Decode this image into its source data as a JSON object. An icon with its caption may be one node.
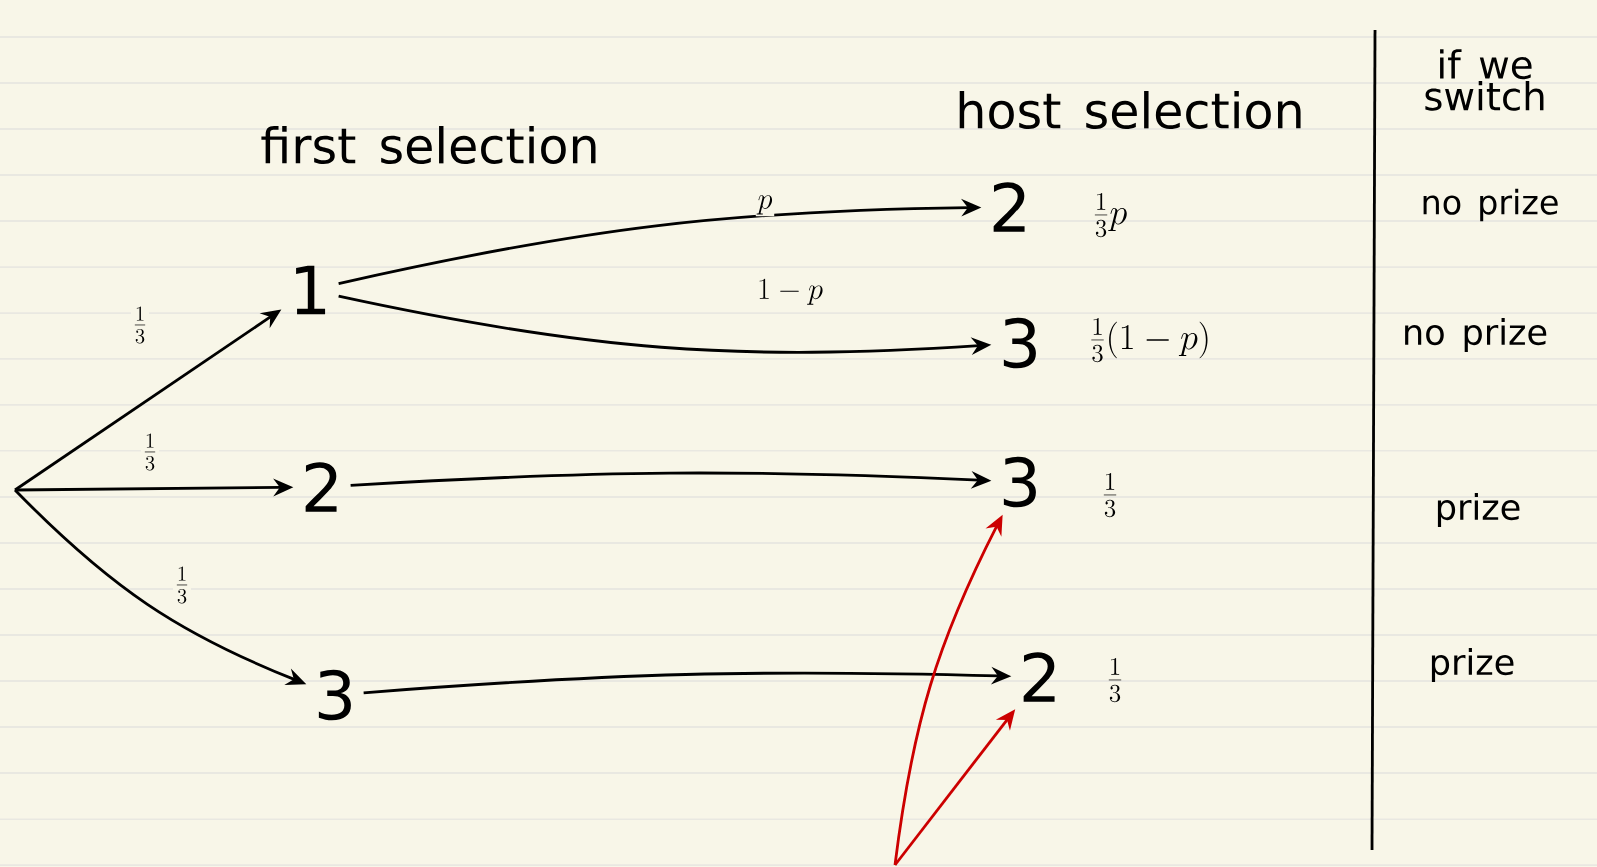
{
  "diagram": {
    "nodes": [
      {
        "text": [
          "1"
        ]
      },
      {
        "text": [
          "2"
        ]
      },
      {
        "text": [
          "3"
        ]
      },
      {
        "text": [
          "2"
        ],
        "beside": [
          "\\frac{1}{3}p"
        ]
      },
      {
        "text": [
          "3"
        ],
        "beside": [
          "\\frac{1}{3}(1-p)"
        ]
      },
      {
        "text": [
          "3"
        ],
        "beside": [
          "\\frac{1}{3}"
        ]
      },
      {
        "text": [
          "2"
        ],
        "beside": [
          "\\frac{1}{3}"
        ]
      }
    ],
    "edges": [
      {
        "from": null,
        "to": 0,
        "arrow": "to",
        "label": "\\frac{1}{3}"
      },
      {
        "from": null,
        "to": 1,
        "arrow": "to",
        "label": "\\frac{1}{3}"
      },
      {
        "from": null,
        "to": 2,
        "arrow": "to",
        "label": "\\frac{1}{3}"
      },
      {
        "from": 0,
        "to": 3,
        "arrow": "to",
        "label": "p"
      },
      {
        "from": 0,
        "to": 4,
        "arrow": "to",
        "label": "1-p"
      },
      {
        "from": 1,
        "to": 5,
        "arrow": "to"
      },
      {
        "from": 2,
        "to": 6,
        "arrow": "to"
      },
      {
        "from": null,
        "to": 5,
        "arrow": "to",
        "color": "#cc0000"
      },
      {
        "from": null,
        "to": 6,
        "arrow": "to",
        "color": "#cc0000"
      }
    ],
    "labels": [
      "first selection",
      "host selection",
      "if we switch",
      "no prize",
      "no prize",
      "prize",
      "prize"
    ]
  }
}
